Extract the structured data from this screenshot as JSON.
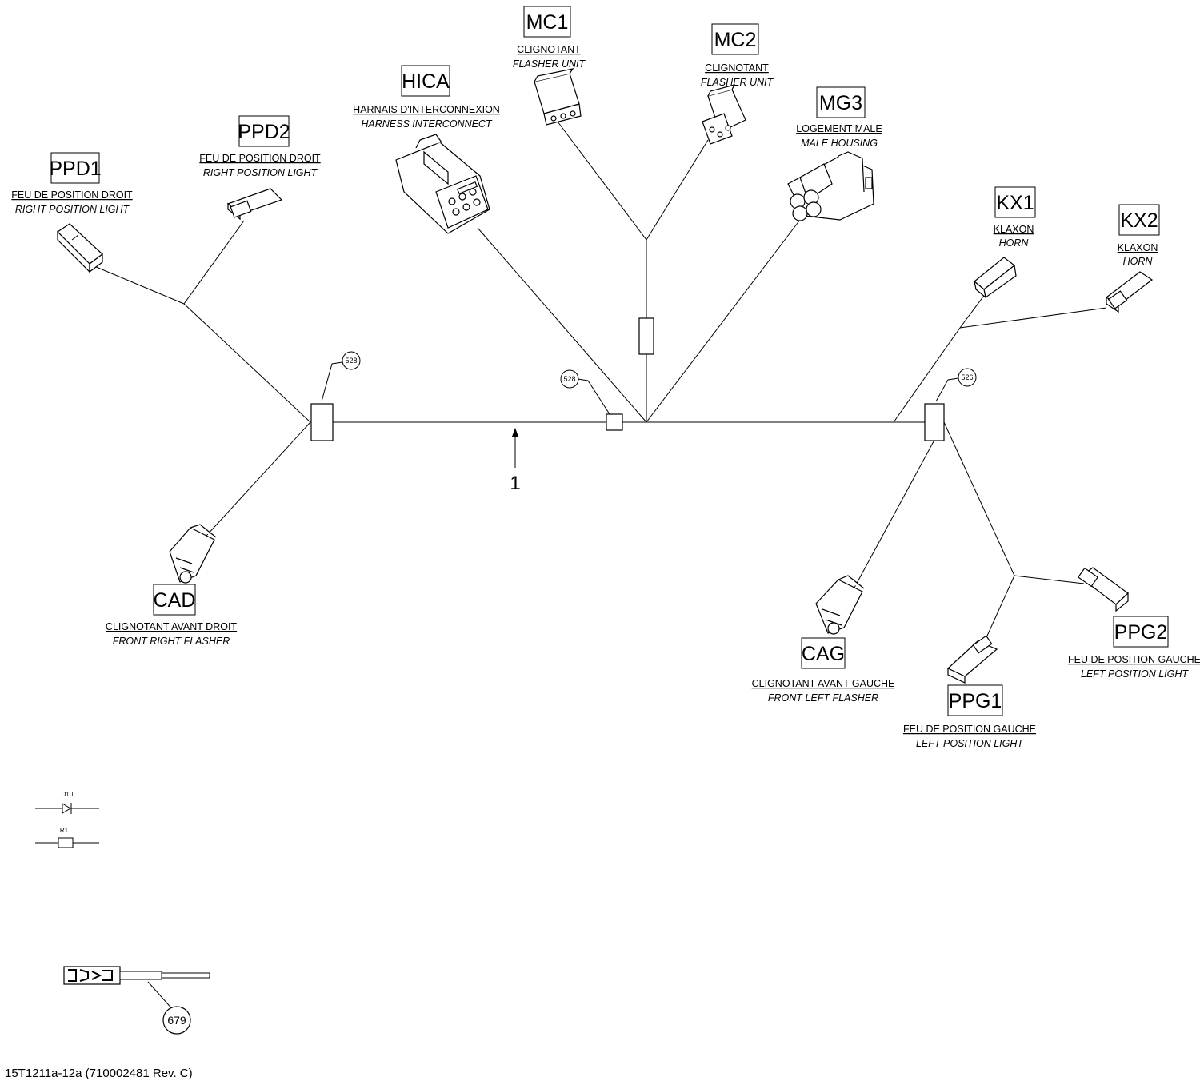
{
  "labels": {
    "PPD1": {
      "code": "PPD1",
      "fr": "FEU DE POSITION DROIT",
      "en": "RIGHT POSITION LIGHT"
    },
    "PPD2": {
      "code": "PPD2",
      "fr": "FEU DE POSITION DROIT",
      "en": "RIGHT POSITION LIGHT"
    },
    "HICA": {
      "code": "HICA",
      "fr": "HARNAIS D'INTERCONNEXION",
      "en": "HARNESS INTERCONNECT"
    },
    "MC1": {
      "code": "MC1",
      "fr": "CLIGNOTANT",
      "en": "FLASHER UNIT"
    },
    "MC2": {
      "code": "MC2",
      "fr": "CLIGNOTANT",
      "en": "FLASHER UNIT"
    },
    "MG3": {
      "code": "MG3",
      "fr": "LOGEMENT MALE",
      "en": "MALE HOUSING"
    },
    "KX1": {
      "code": "KX1",
      "fr": "KLAXON",
      "en": "HORN"
    },
    "KX2": {
      "code": "KX2",
      "fr": "KLAXON",
      "en": "HORN"
    },
    "CAD": {
      "code": "CAD",
      "fr": "CLIGNOTANT AVANT DROIT",
      "en": "FRONT RIGHT FLASHER"
    },
    "CAG": {
      "code": "CAG",
      "fr": "CLIGNOTANT AVANT GAUCHE",
      "en": "FRONT LEFT FLASHER"
    },
    "PPG1": {
      "code": "PPG1",
      "fr": "FEU DE POSITION GAUCHE",
      "en": "LEFT POSITION LIGHT"
    },
    "PPG2": {
      "code": "PPG2",
      "fr": "FEU DE POSITION GAUCHE",
      "en": "LEFT POSITION LIGHT"
    }
  },
  "callouts": {
    "left": "528",
    "center": "528",
    "right": "526",
    "terminal": "679"
  },
  "main_item_number": "1",
  "legend": {
    "diode": "D10",
    "resistor": "R1"
  },
  "footer": "15T1211a-12a (710002481 Rev. C)"
}
